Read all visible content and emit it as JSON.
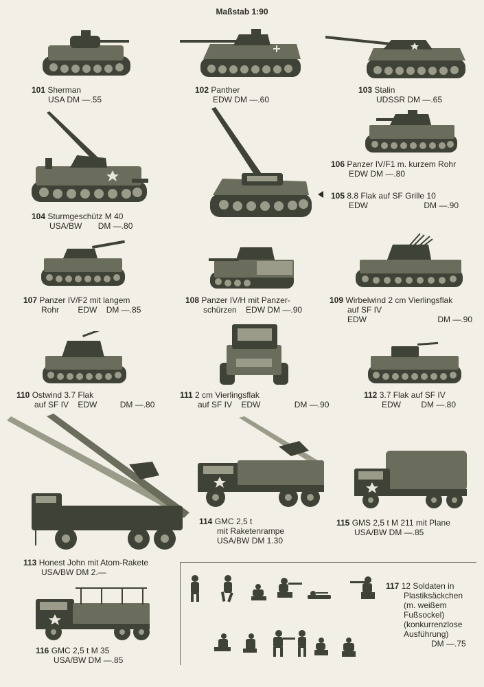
{
  "page": {
    "title": "Maßstab 1:90"
  },
  "items": {
    "101": {
      "num": "101",
      "line1": "Sherman",
      "line2": "USA DM —.55"
    },
    "102": {
      "num": "102",
      "line1": "Panther",
      "line2": "EDW DM —.60"
    },
    "103": {
      "num": "103",
      "line1": "Stalin",
      "line2": "UDSSR DM —.65"
    },
    "104": {
      "num": "104",
      "line1": "Sturmgeschütz M 40",
      "line2a": "USA/BW",
      "line2b": "DM —.80"
    },
    "105": {
      "num": "105",
      "line1": "8.8 Flak auf SF Grille 10",
      "line2a": "EDW",
      "line2b": "DM —.90"
    },
    "106": {
      "num": "106",
      "line1": "Panzer IV/F1 m. kurzem Rohr",
      "line2": "EDW DM —.80"
    },
    "107": {
      "num": "107",
      "line1": "Panzer IV/F2 mit langem",
      "line2a": "Rohr",
      "line2b": "EDW",
      "line2c": "DM —.85"
    },
    "108": {
      "num": "108",
      "line1": "Panzer IV/H mit Panzer-",
      "line2a": "schürzen",
      "line2b": "EDW DM —.90"
    },
    "109": {
      "num": "109",
      "line1": "Wirbelwind 2 cm Vierlingsflak",
      "line2": "auf SF IV",
      "line3a": "EDW",
      "line3b": "DM —.90"
    },
    "110": {
      "num": "110",
      "line1": "Ostwind 3.7 Flak",
      "line2a": "auf SF IV",
      "line2b": "EDW",
      "line2c": "DM —.80"
    },
    "111": {
      "num": "111",
      "line1": "2 cm Vierlingsflak",
      "line2a": "auf SF IV",
      "line2b": "EDW",
      "line2c": "DM —.90"
    },
    "112": {
      "num": "112",
      "line1": "3.7 Flak auf SF IV",
      "line2a": "EDW",
      "line2b": "DM —.80"
    },
    "113": {
      "num": "113",
      "line1": "Honest John mit Atom-Rakete",
      "line2": "USA/BW DM 2.—"
    },
    "114": {
      "num": "114",
      "line1": "GMC 2,5 t",
      "line2": "mit Raketenrampe",
      "line3": "USA/BW DM 1.30"
    },
    "115": {
      "num": "115",
      "line1": "GMS 2,5 t M 211 mit Plane",
      "line2": "USA/BW DM —.85"
    },
    "116": {
      "num": "116",
      "line1": "GMC 2,5 t M 35",
      "line2": "USA/BW DM —.85"
    },
    "117": {
      "num": "117",
      "line1": "12 Soldaten in",
      "line2": "Plastiksäckchen",
      "line3": "(m. weißem",
      "line4": "Fußsockel)",
      "line5": "(konkurrenzlose",
      "line6": "Ausführung)",
      "line7": "DM —.75"
    }
  }
}
